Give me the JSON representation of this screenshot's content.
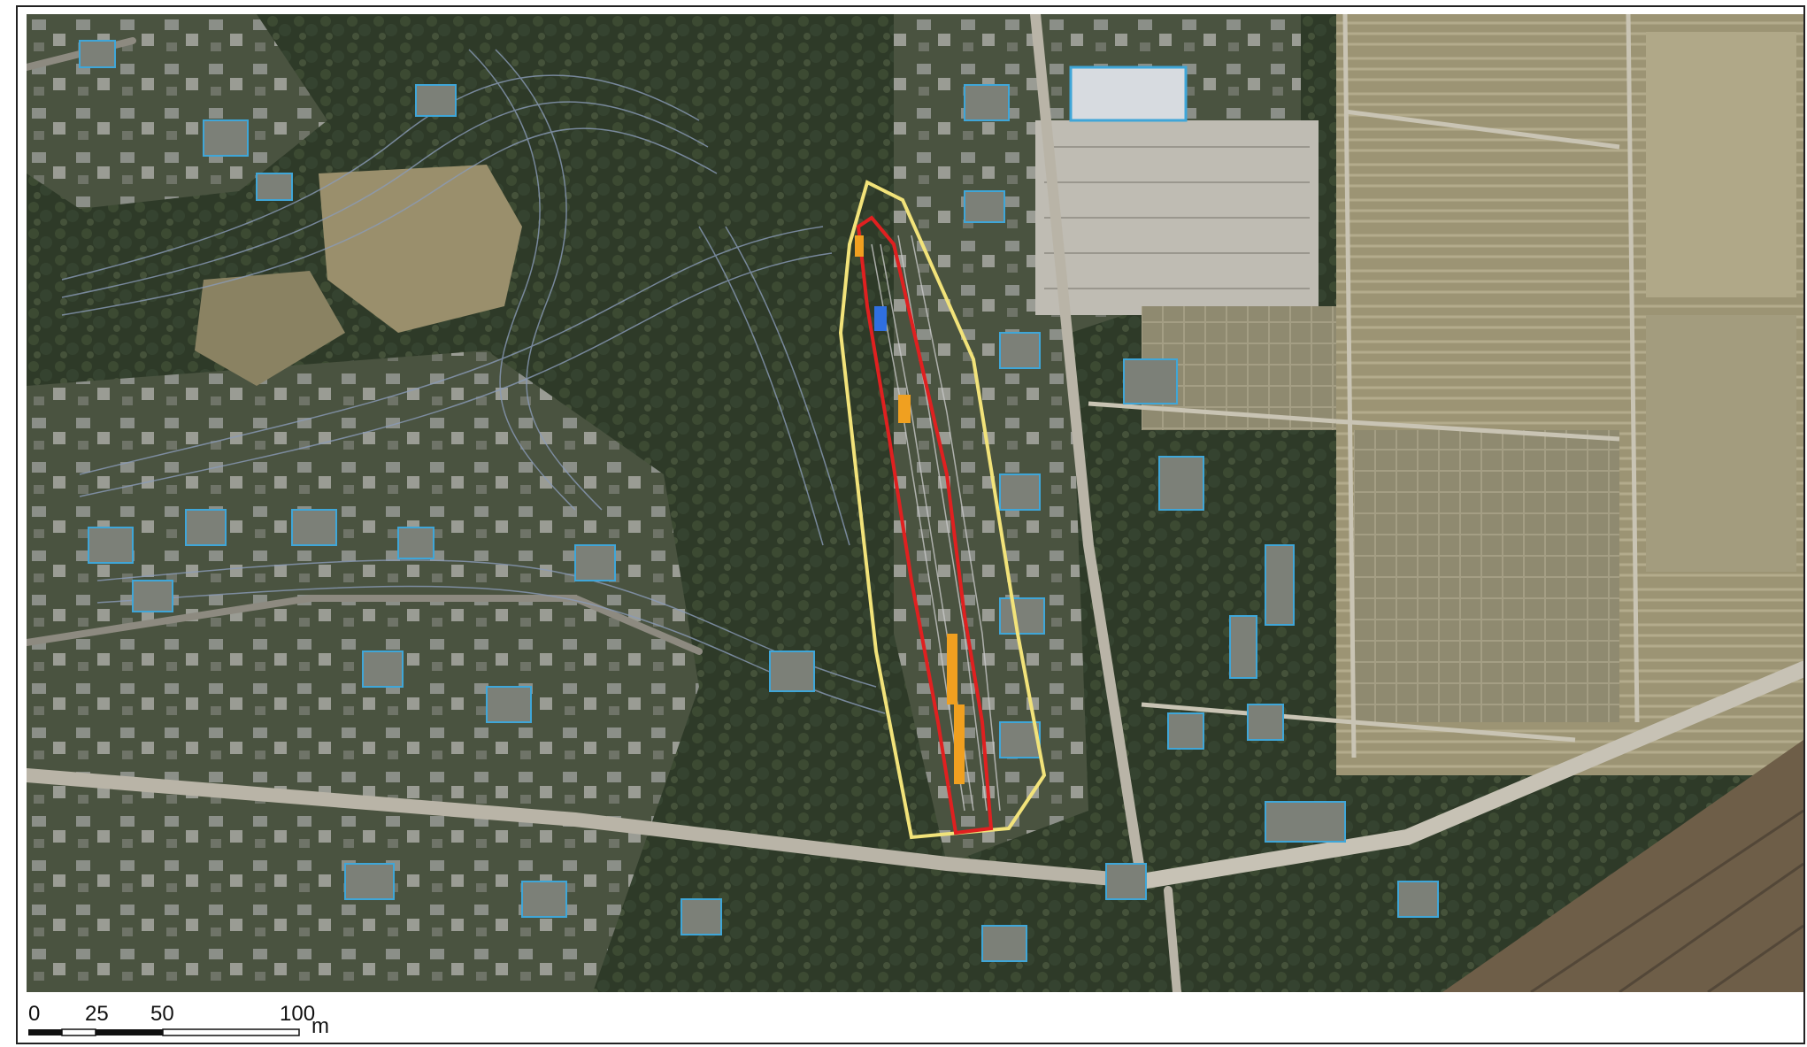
{
  "map": {
    "colors": {
      "imagery_dark": "#2f3a2a",
      "imagery_mid": "#56604a",
      "field_light": "#a8a080",
      "road": "#b7b2a6",
      "contour": "#8a9bb8",
      "building_outline": "#3fa6d8",
      "boundary_outer": "#f2e37a",
      "boundary_inner": "#e02020",
      "highlight_orange": "#f0a020",
      "highlight_blue": "#2f6fe0"
    }
  },
  "scale": {
    "ticks": [
      "0",
      "25",
      "50",
      "100"
    ],
    "unit": "m"
  }
}
